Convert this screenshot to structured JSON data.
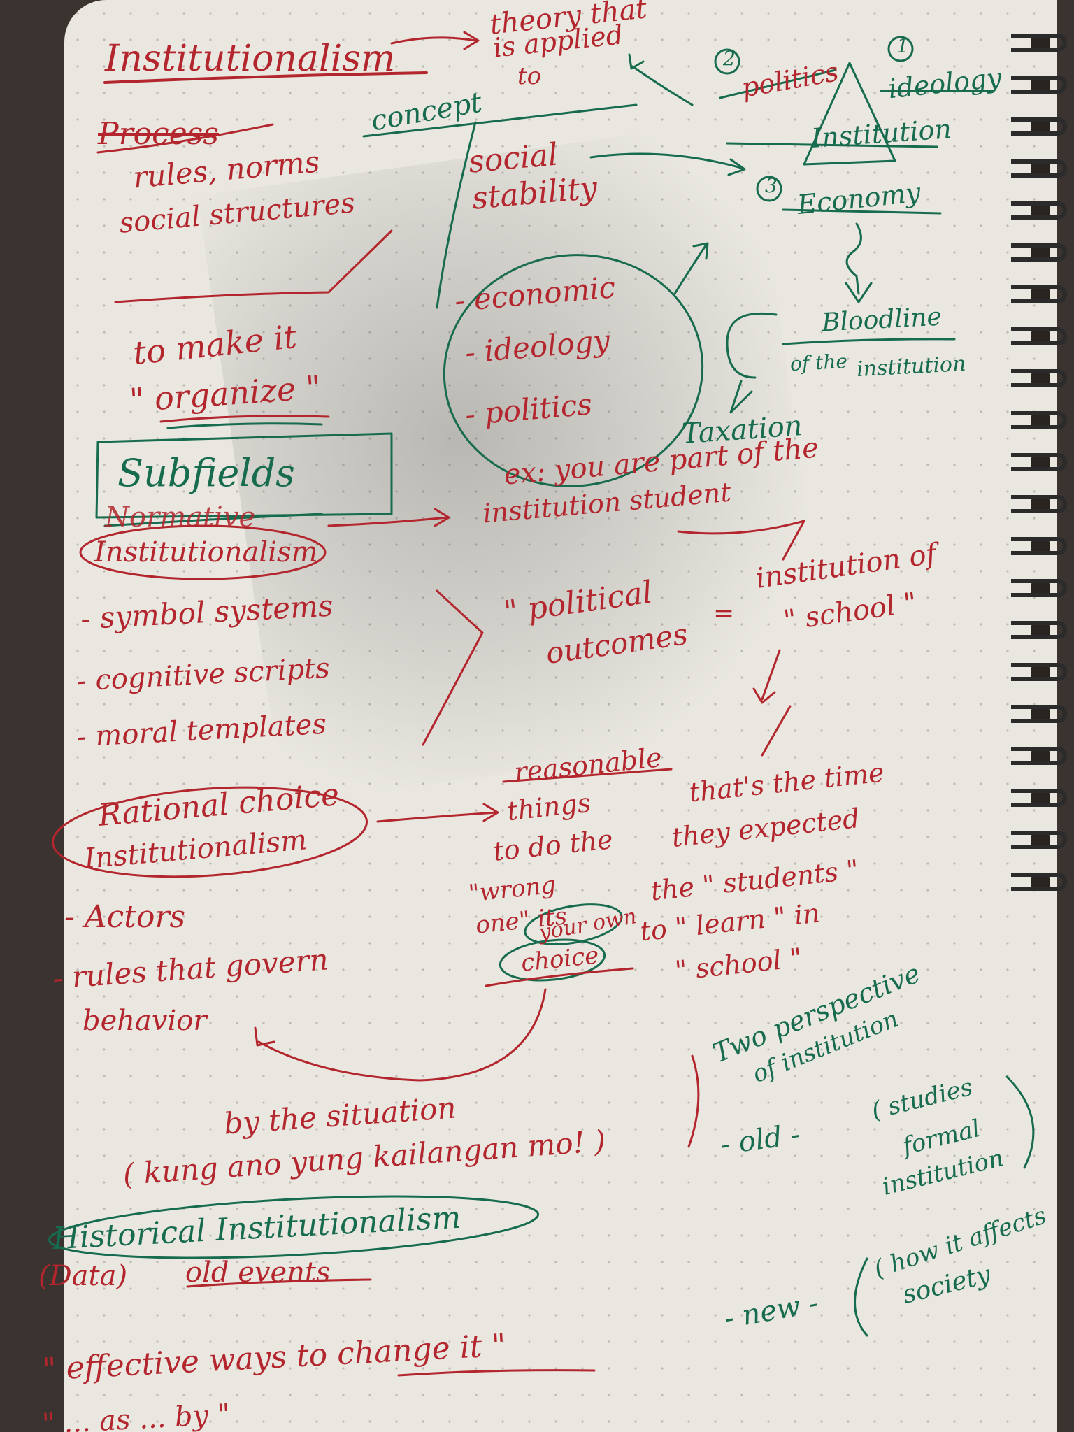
{
  "ink_colors": {
    "red": "#b3262d",
    "green": "#176b4f"
  },
  "notes": {
    "title": "Institutionalism",
    "theory": "theory that",
    "applied": "is applied",
    "to": "to",
    "concept": "concept",
    "process": "Process",
    "rules_norms": "rules, norms",
    "social_structures": "social structures",
    "to_make_it": "to make it",
    "organize": "\" organize \"",
    "social_stability_1": "social",
    "social_stability_2": "stability",
    "econom": "- economic",
    "ideology": "- ideology",
    "politics": "- politics",
    "tri_num_politics": "2",
    "tri_num_ideology": "1",
    "tri_num_economy": "3",
    "tri_politics": "politics",
    "tri_ideology": "ideology",
    "tri_institution": "Institution",
    "tri_economy": "Economy",
    "bloodline": "Bloodline",
    "of_the": "of the",
    "institution_small": "institution",
    "taxation": "Taxation",
    "part_of": "ex: you are part of the",
    "institution_student": "institution  student",
    "subfields": "Subfields",
    "normative": "Normative",
    "institutionalism_2": "Institutionalism",
    "symbol_systems": "- symbol systems",
    "cognitive_scripts": "- cognitive scripts",
    "moral_templates": "- moral templates",
    "political": "\" political",
    "outcomes": "outcomes",
    "institution_of": "institution of",
    "school": "\" school \"",
    "equals": "=",
    "rational_choice": "Rational choice",
    "institutionalism_3": "Institutionalism",
    "reasonable": "reasonable",
    "things": "things",
    "to_do_the": "to do the",
    "thats_the_time": "that's the time",
    "they_expected": "they expected",
    "wrong": "\"wrong",
    "one": "one\" its",
    "the_students": "the \" students \"",
    "learn_in": "to \" learn \" in",
    "your_own": "your own",
    "choice": "choice",
    "school_2": "\" school \"",
    "actors": "- Actors",
    "rules_govern": "- rules that govern",
    "behavior": "behavior",
    "by_situation": "by the situation",
    "kung_ano": "( kung ano yung kailangan mo! )",
    "two_perspective": "Two perspective",
    "of_institution": "of institution",
    "old": "- old -",
    "studies": "( studies",
    "formal": "formal",
    "institution_f": "institution",
    "historical": "Historical Institutionalism",
    "data": "(Data)",
    "old_events": "old events",
    "new": "- new -",
    "how_it_affects": "( how it affects",
    "society": "society",
    "effective_ways": "\" effective ways to change it \"",
    "bottom_line": "\" ... as ... by \""
  }
}
